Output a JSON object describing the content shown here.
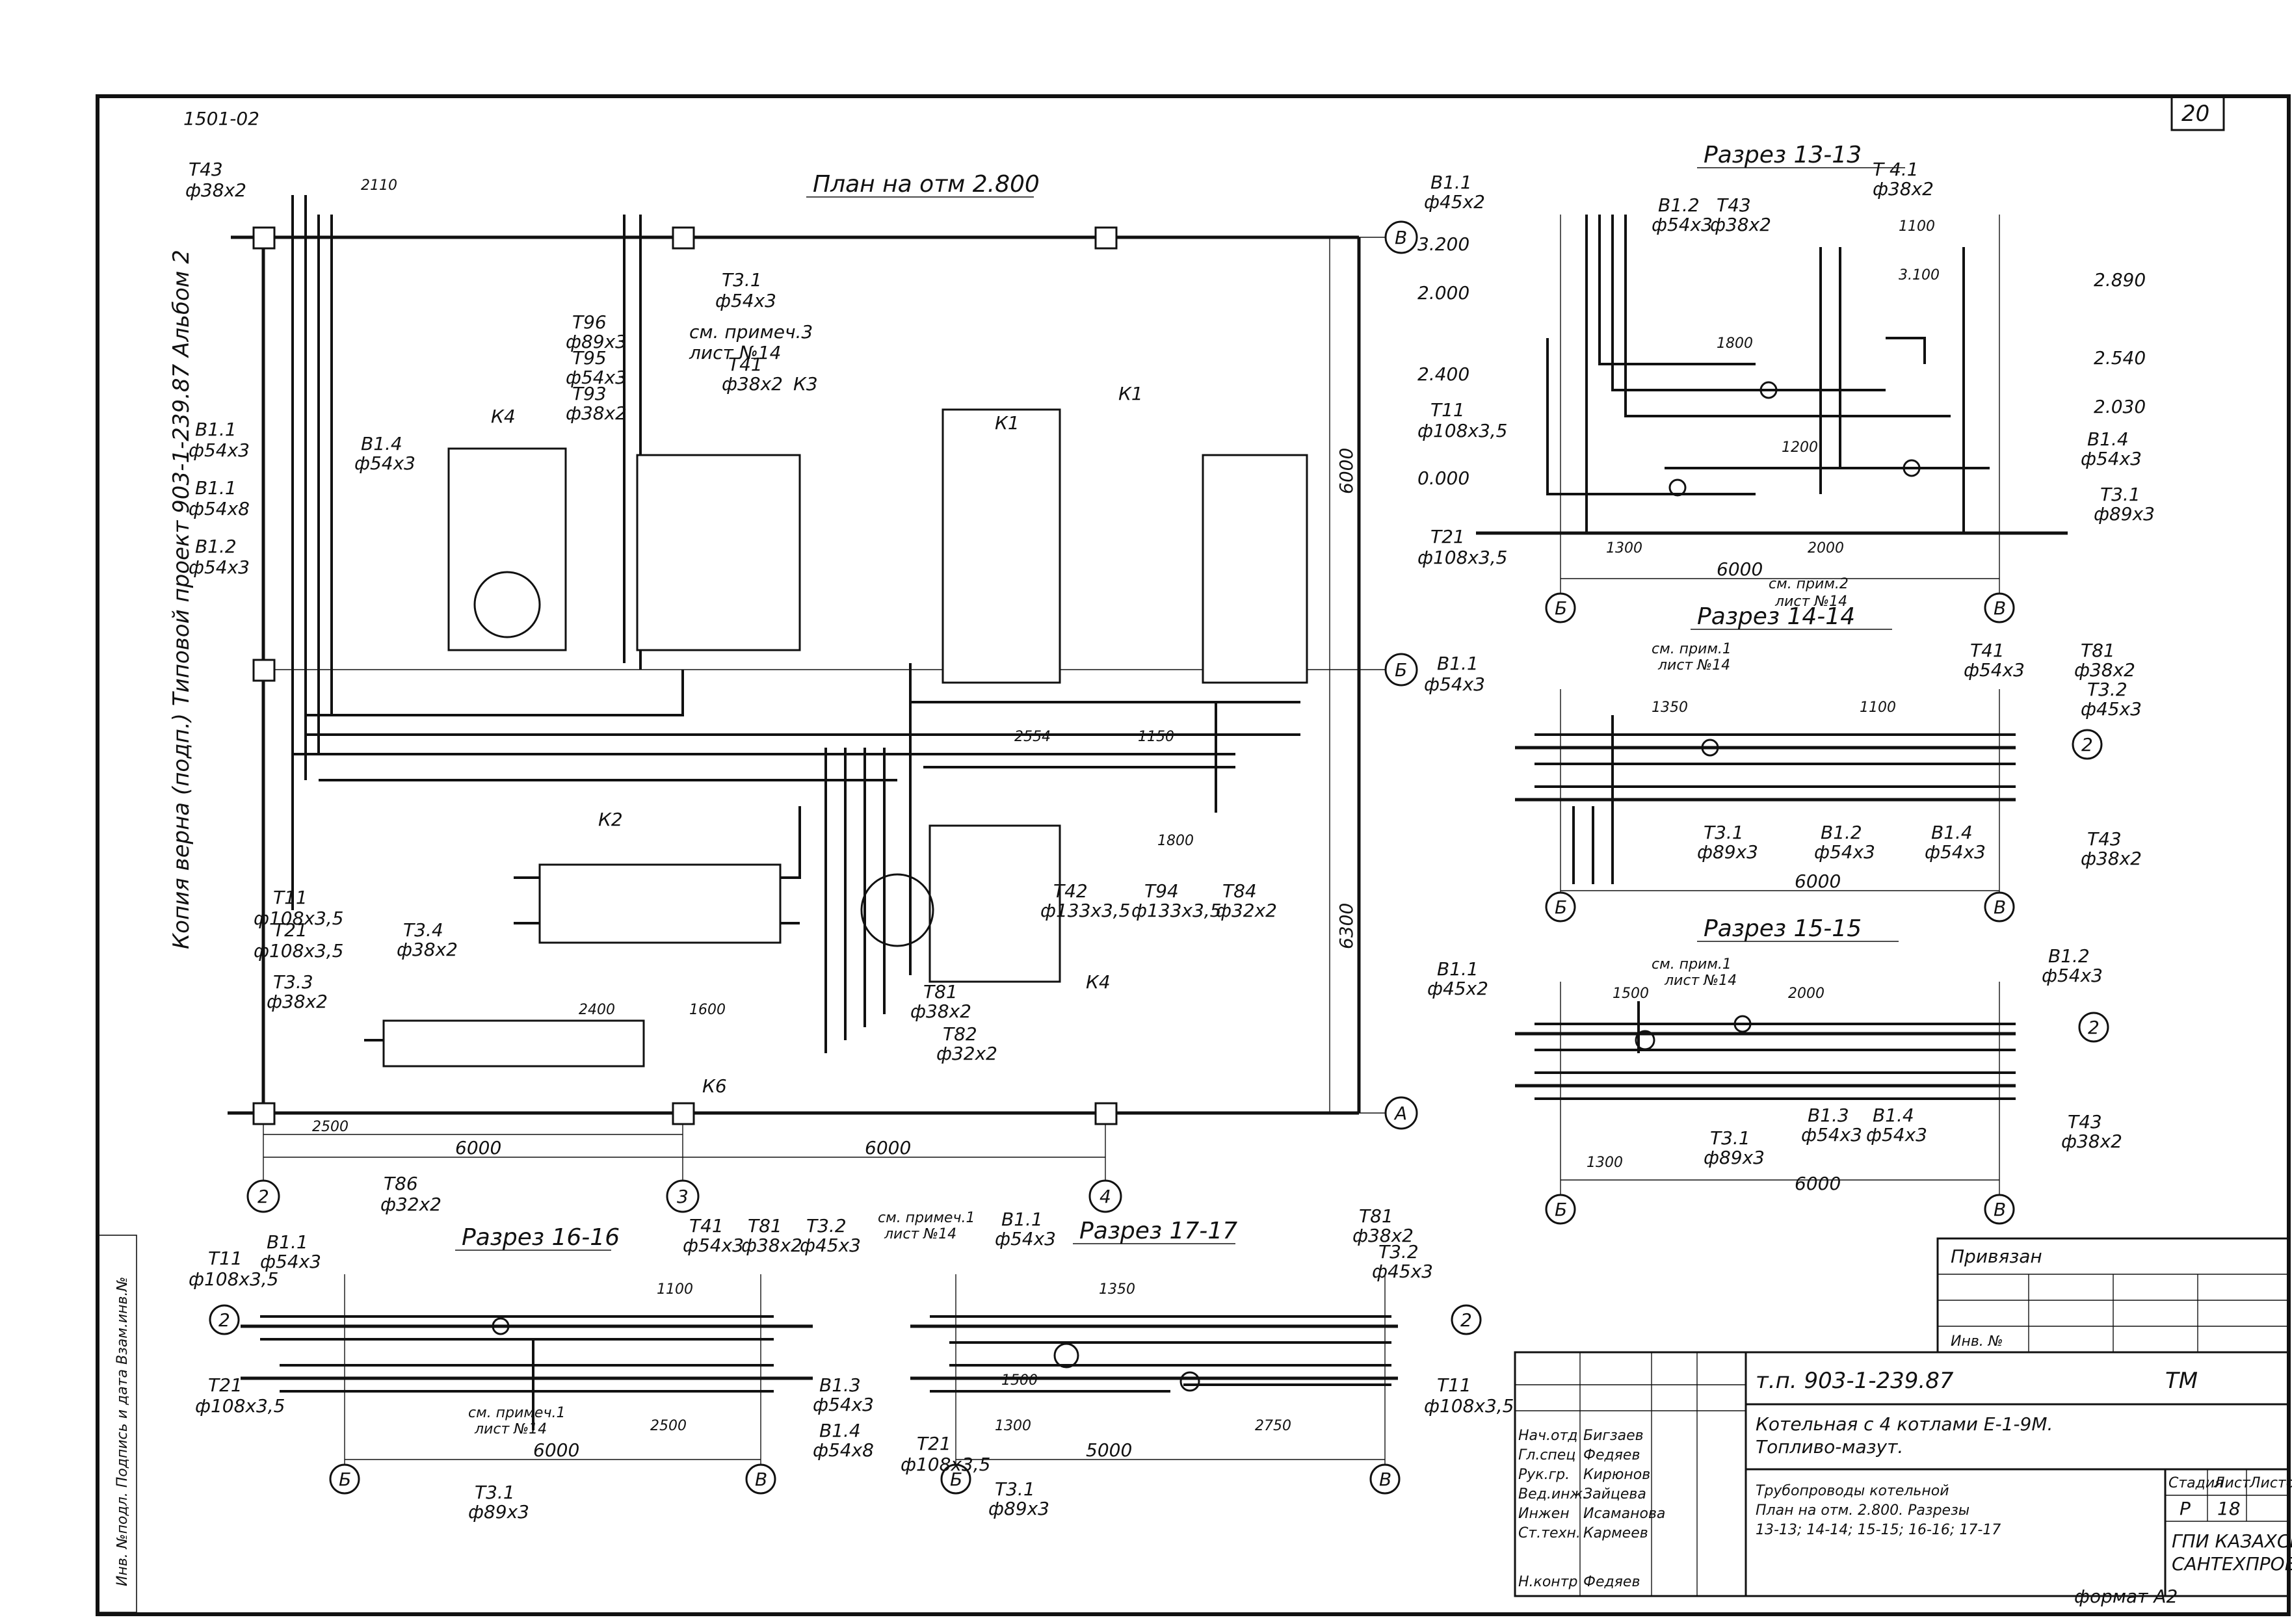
{
  "sheet": {
    "doc_id": "1501-02",
    "sheet_no": "20",
    "side_note": "Копия верна (подп.) Типовой проект 903-1-239.87 Альбом 2",
    "left_strip": "Инв. №подл. Подпись и дата Взам.инв.№",
    "format_note": "формат А2"
  },
  "views": {
    "plan": {
      "title": "План на отм 2.800"
    },
    "s1313": {
      "title": "Разрез 13-13"
    },
    "s1414": {
      "title": "Разрез 14-14"
    },
    "s1515": {
      "title": "Разрез 15-15"
    },
    "s1616": {
      "title": "Разрез 16-16"
    },
    "s1717": {
      "title": "Разрез 17-17"
    }
  },
  "axes": {
    "B": "В",
    "Bb": "Б",
    "A": "А",
    "n2": "2",
    "n3": "3",
    "n4": "4"
  },
  "plan_labels": {
    "k1a": "К1",
    "k1b": "К1",
    "k2": "К2",
    "k3": "К3",
    "k4": "К4",
    "kv": "К4",
    "k6": "К6",
    "d6000a": "6000",
    "d6000b": "6000",
    "d6000v": "6000",
    "d6000v2": "6300",
    "d2500": "2500",
    "d2110": "2110",
    "d2554": "2554",
    "d2400": "2400",
    "d1600": "1600",
    "d1800": "1800",
    "d1150": "1150",
    "t43": "Т43",
    "t43s": "ф38х2",
    "b11": "В1.1",
    "b11s": "ф54х3",
    "t31": "Т3.1",
    "t31s": "ф54х3",
    "t11": "Т11",
    "t11s": "ф108х3,5",
    "t21": "Т21",
    "t21s": "ф108х3,5",
    "t96": "Т96",
    "t96s": "ф89х3",
    "t95": "Т95",
    "t95s": "ф54х3",
    "t93": "Т93",
    "t93s": "ф38х2",
    "t41": "Т41",
    "t41s": "ф38х2",
    "t81": "Т81",
    "t81s": "ф38х2",
    "t82": "Т82",
    "t82s": "ф32х2",
    "t34": "Т3.4",
    "t34s": "ф38х2",
    "t33": "Т3.3",
    "t33s": "ф38х2",
    "t42": "Т42",
    "t42s": "ф133х3,5",
    "t94": "Т94",
    "t94s": "ф133х3,5",
    "t84": "Т84",
    "t84s": "ф32х2",
    "t86": "Т86",
    "t86s": "ф32х2",
    "note3": "см. примеч.3",
    "note3b": "лист №14",
    "b12": "В1.2",
    "b12s": "ф54х3",
    "b14": "В1.4",
    "b14s": "ф54х3",
    "b11b": "В1.1",
    "b11bs": "ф54х8"
  },
  "sec1313": {
    "b11": "В1.1",
    "b11s": "ф45х2",
    "b12": "В1.2",
    "b12s": "ф54х3",
    "t43": "Т43",
    "t43s": "ф38х2",
    "t41": "Т 4.1",
    "t41s": "ф38х2",
    "t31": "Т3.1",
    "t31s": "ф89х3",
    "t11": "Т11",
    "t11s": "ф108х3,5",
    "t21": "Т21",
    "t21s": "ф108х3,5",
    "b14": "В1.4",
    "b14s": "ф54х3",
    "e3200": "3.200",
    "e2000": "2.000",
    "e2400": "2.400",
    "e0000": "0.000",
    "e2890": "2.890",
    "e2540": "2.540",
    "e2030": "2.030",
    "e3100": "3.100",
    "d6000": "6000",
    "d1300": "1300",
    "d2000": "2000",
    "d1200": "1200",
    "d1800": "1800",
    "d1100": "1100",
    "note": "см. прим.2",
    "noteb": "лист №14"
  },
  "sec1414": {
    "b11": "В1.1",
    "b11s": "ф54х3",
    "b12": "В1.2",
    "b12s": "ф54х3",
    "b14": "В1.4",
    "b14s": "ф54х3",
    "t41": "Т41",
    "t41s": "ф54х3",
    "t81": "Т81",
    "t81s": "ф38х2",
    "t32": "Т3.2",
    "t32s": "ф45х3",
    "t31": "Т3.1",
    "t31s": "ф89х3",
    "t43": "Т43",
    "t43s": "ф38х2",
    "d6000": "6000",
    "d1350": "1350",
    "d1100": "1100",
    "note": "см. прим.1",
    "noteb": "лист №14"
  },
  "sec1515": {
    "b11": "В1.1",
    "b11s": "ф45х2",
    "b12": "В1.2",
    "b12s": "ф54х3",
    "b13": "В1.3",
    "b13s": "ф54х3",
    "b14": "В1.4",
    "b14s": "ф54х3",
    "t31": "Т3.1",
    "t31s": "ф89х3",
    "t43": "Т43",
    "t43s": "ф38х2",
    "d6000": "6000",
    "d1500": "1500",
    "d2000": "2000",
    "d1300": "1300",
    "note": "см. прим.1",
    "noteb": "лист №14"
  },
  "sec1616": {
    "t11": "Т11",
    "t11s": "ф108х3,5",
    "t21": "Т21",
    "t21s": "ф108х3,5",
    "b11": "В1.1",
    "b11s": "ф54х3",
    "b13": "В1.3",
    "b13s": "ф54х3",
    "b14": "В1.4",
    "b14s": "ф54х8",
    "t31": "Т3.1",
    "t31s": "ф89х3",
    "t41": "Т41",
    "t41s": "ф54х3",
    "t81": "Т81",
    "t81s": "ф38х2",
    "t32": "Т3.2",
    "t32s": "ф45х3",
    "d6000": "6000",
    "d2500": "2500",
    "d1100": "1100",
    "note": "см. примеч.1",
    "noteb": "лист №14"
  },
  "sec1717": {
    "t21": "Т21",
    "t21s": "ф108х3,5",
    "t11": "Т11",
    "t11s": "ф108х3,5",
    "t31": "Т3.1",
    "t31s": "ф89х3",
    "b11": "В1.1",
    "b11s": "ф54х3",
    "t81": "Т81",
    "t81s": "ф38х2",
    "t32": "Т3.2",
    "t32s": "ф45х3",
    "d5000": "5000",
    "d1300": "1300",
    "d2750": "2750",
    "d1500": "1500",
    "d1350": "1350",
    "note": "см. примеч.1",
    "noteb": "лист №14"
  },
  "stamp": {
    "privyazan": "Привязан",
    "inv": "Инв. №",
    "project": "т.п. 903-1-239.87",
    "mark": "ТМ",
    "title1": "Котельная с 4 котлами Е-1-9М.",
    "title2": "Топливо-мазут.",
    "stage_h": "Стадия",
    "sheet_h": "Лист",
    "sheets_h": "Листов",
    "stage": "Р",
    "sheet": "18",
    "desc1": "Трубопроводы котельной",
    "desc2": "План на отм. 2.800. Разрезы",
    "desc3": "13-13; 14-14; 15-15; 16-16; 17-17",
    "org1": "ГПИ КАЗАХСКИЙ",
    "org2": "САНТЕХПРОЕКТ",
    "roles": [
      "Нач.отд",
      "Гл.спец",
      "Рук.гр.",
      "Вед.инж.",
      "Инжен",
      "Ст.техн.",
      "Н.контр"
    ],
    "names": [
      "Бигзаев",
      "Федяев",
      "Кирюнов",
      "Зайцева",
      "Исаманова",
      "Кармеев",
      "Федяев"
    ]
  }
}
